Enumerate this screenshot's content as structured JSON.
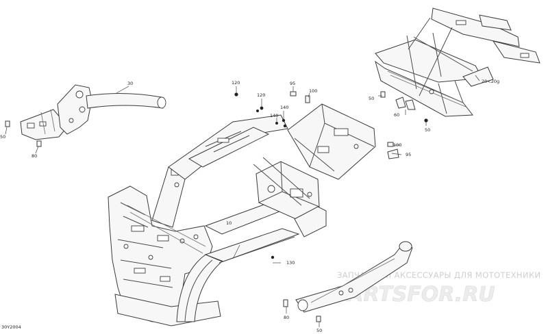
{
  "diagram_id": "30Y2004",
  "callouts": {
    "frame": "10",
    "front_tube": "30",
    "rear_subframe": "20<20g",
    "nut_a1": "120",
    "nut_a2": "120",
    "nut_b1": "140",
    "nut_b2": "140",
    "clip_95_top": "95",
    "clip_95_right": "95",
    "bolt_100_top": "100",
    "bolt_100_right": "100",
    "nut_130": "130",
    "bolt_50_left": "50",
    "bolt_80_left": "80",
    "bolt_50_rear_a": "50",
    "bolt_60_rear": "60",
    "bolt_50_rear_b": "50",
    "bolt_80_bottom": "80",
    "bolt_50_bottom": "50"
  },
  "watermark": {
    "caption": "ЗАПЧАСТИ И АКСЕССУАРЫ ДЛЯ МОТОТЕХНИКИ",
    "brand": "PARTSFOR.RU"
  },
  "colors": {
    "line": "#3a3a3a",
    "watermark_brand": "#ececec",
    "watermark_text": "#cfcfcf"
  }
}
